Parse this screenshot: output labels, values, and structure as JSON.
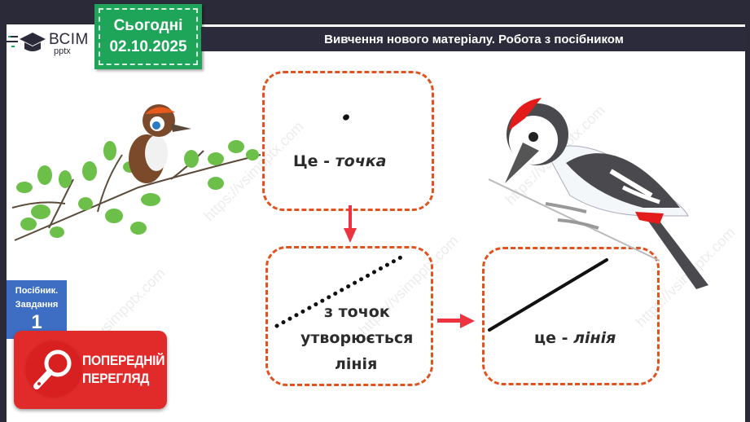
{
  "header": {
    "logo_main": "ВСІМ",
    "logo_sub": "pptx",
    "date_label": "Сьогодні",
    "date_value": "02.10.2025",
    "title": "Вивчення нового матеріалу. Робота з посібником"
  },
  "boxes": {
    "point": {
      "prefix": "Це - ",
      "term": "точка"
    },
    "dots": {
      "line1": "з точок",
      "line2": "утворюється",
      "line3": "лінія"
    },
    "line": {
      "prefix": "це - ",
      "term": "лінія"
    }
  },
  "side_tab": {
    "line1": "Посібник.",
    "line2": "Завдання",
    "number": "1"
  },
  "preview_button": {
    "line1": "ПОПЕРЕДНІЙ",
    "line2": "ПЕРЕГЛЯД",
    "icon": "magnifier-icon"
  },
  "watermark": "https://vsimpptx.com",
  "colors": {
    "frame": "#2a2a38",
    "date_badge": "#1fa55a",
    "dashed_border": "#e0531f",
    "arrow": "#ee3340",
    "side_tab": "#3d6ec4",
    "preview": "#e12b2b"
  }
}
